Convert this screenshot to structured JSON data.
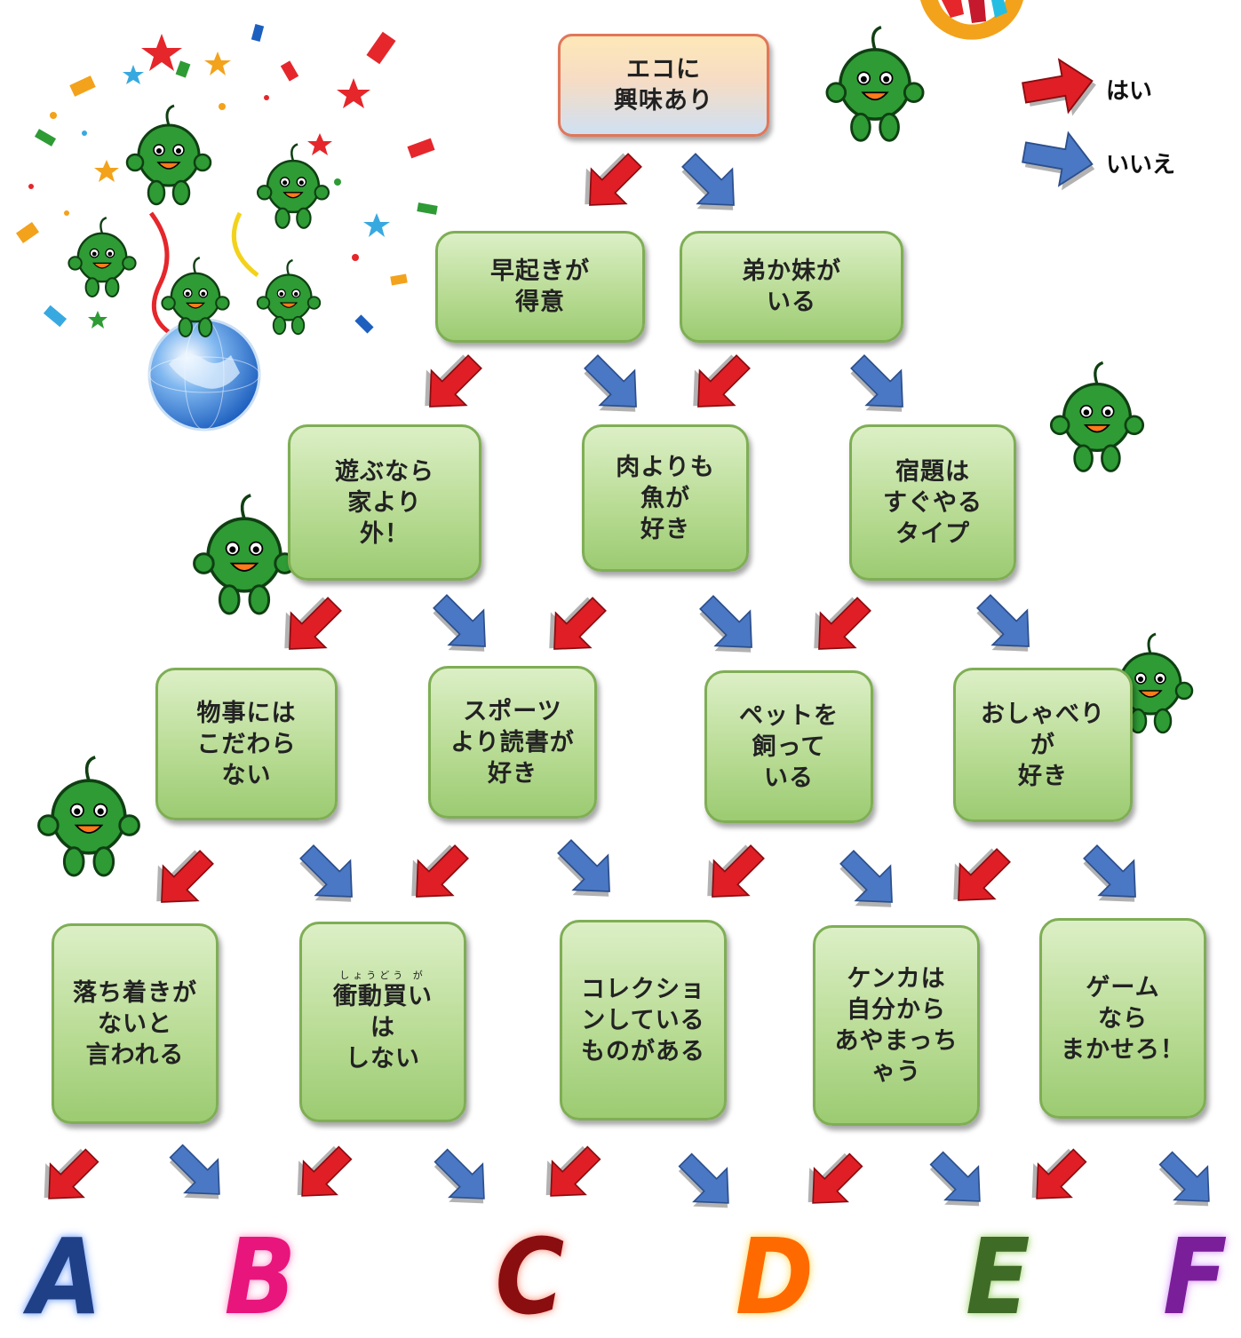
{
  "legend": {
    "yes_label": "はい",
    "no_label": "いいえ",
    "yes_color": "#e01e25",
    "no_color": "#4a78c4"
  },
  "nodes": {
    "n0": "エコに\n興味あり",
    "n1": "早起きが\n得意",
    "n2": "弟か妹が\nいる",
    "n3": "遊ぶなら\n家より\n外！",
    "n4": "肉よりも\n魚が\n好き",
    "n5": "宿題は\nすぐやる\nタイプ",
    "n6": "物事には\nこだわら\nない",
    "n7": "スポーツ\nより読書が\n好き",
    "n8": "ペットを\n飼って\nいる",
    "n9": "おしゃべり\nが\n好き",
    "n10": "落ち着きが\nないと\n言われる",
    "n11_ruby": "しょうどう が",
    "n11": "衝動買い\nは\nしない",
    "n12": "コレクショ\nンしている\nものがある",
    "n13": "ケンカは\n自分から\nあやまっち\nゃう",
    "n14": "ゲーム\nなら\nまかせろ！"
  },
  "results": [
    {
      "letter": "A",
      "color": "#1f3f86",
      "glow": "#8fb3ff"
    },
    {
      "letter": "B",
      "color": "#e8157c",
      "glow": "#ffb0d8"
    },
    {
      "letter": "C",
      "color": "#8a0d10",
      "glow": "#ffb0a0"
    },
    {
      "letter": "D",
      "color": "#ff6a00",
      "glow": "#ffe38a"
    },
    {
      "letter": "E",
      "color": "#3e6b26",
      "glow": "#b6dc90"
    },
    {
      "letter": "F",
      "color": "#7b1e9a",
      "glow": "#e0b0ff"
    }
  ],
  "icons": {
    "characters": "green-mascot-icon",
    "globe": "globe-icon",
    "confetti": "confetti-icon",
    "sdgs": "sdgs-wheel-icon"
  }
}
